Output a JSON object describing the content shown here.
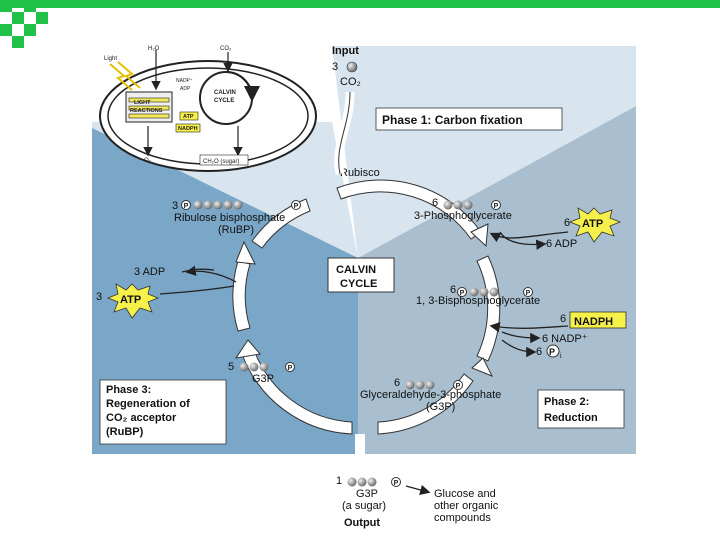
{
  "colors": {
    "accent_green": "#21c24a",
    "phase1_bg": "#d8e4ee",
    "phase3_bg": "#7aa7c8",
    "phase2_bg": "#a9bfcf",
    "label_yellow": "#f6f04a",
    "cycle_arrow": "#ffffff"
  },
  "icons": {
    "decoration": "green-checker-squares"
  },
  "chloroplast": {
    "light": "Light",
    "h2o": "H₂O",
    "co2": "CO₂",
    "nadp": "NADP⁺",
    "adp": "ADP",
    "light_reactions_1": "LIGHT",
    "light_reactions_2": "REACTIONS",
    "calvin_1": "CALVIN",
    "calvin_2": "CYCLE",
    "atp": "ATP",
    "nadph": "NADPH",
    "o2": "O₂",
    "sugar": "CH₂O (sugar)"
  },
  "input": {
    "title": "Input",
    "count": "3",
    "molecule": "CO₂"
  },
  "phase1": {
    "label": "Phase 1: Carbon fixation"
  },
  "rubisco": "Rubisco",
  "center": {
    "line1": "CALVIN",
    "line2": "CYCLE"
  },
  "rubp": {
    "count": "3",
    "name": "Ribulose bisphosphate",
    "abbr": "(RuBP)"
  },
  "pga": {
    "count": "6",
    "name": "3-Phosphoglycerate"
  },
  "atp_top": {
    "count": "6",
    "label": "ATP",
    "adp": "6 ADP"
  },
  "bpg": {
    "count": "6",
    "name": "1, 3-Bisphosphoglycerate"
  },
  "nadph": {
    "count": "6",
    "label": "NADPH",
    "nadp": "6 NADP⁺",
    "pi": "6",
    "pi_label": "P",
    "pi_sub": "i"
  },
  "g3p_cycle": {
    "count": "6",
    "name": "Glyceraldehyde-3-phosphate",
    "abbr": "(G3P)"
  },
  "g3p_left": {
    "count": "5",
    "name": "G3P"
  },
  "atp_left": {
    "adp": "3 ADP",
    "count": "3",
    "label": "ATP"
  },
  "phase3": {
    "line1": "Phase 3:",
    "line2": "Regeneration of",
    "line3": "CO₂ acceptor",
    "line4": "(RuBP)"
  },
  "phase2": {
    "line1": "Phase 2:",
    "line2": "Reduction"
  },
  "output": {
    "count": "1",
    "name": "G3P",
    "sub": "(a sugar)",
    "title": "Output",
    "product1": "Glucose and",
    "product2": "other organic",
    "product3": "compounds"
  },
  "phosphate": "P"
}
